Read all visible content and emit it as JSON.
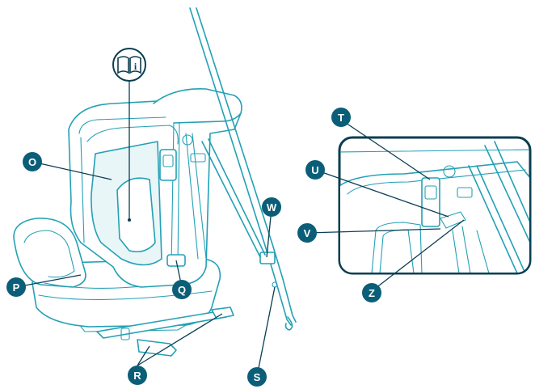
{
  "colors": {
    "line": "#23a0b5",
    "badge": "#0b5e78",
    "leader": "#0b3e52",
    "background": "#ffffff"
  },
  "icons": {
    "manual": "manual-info-book-icon"
  },
  "callouts": {
    "O": "O",
    "P": "P",
    "Q": "Q",
    "R": "R",
    "S": "S",
    "T": "T",
    "U": "U",
    "V": "V",
    "W": "W",
    "Z": "Z"
  }
}
